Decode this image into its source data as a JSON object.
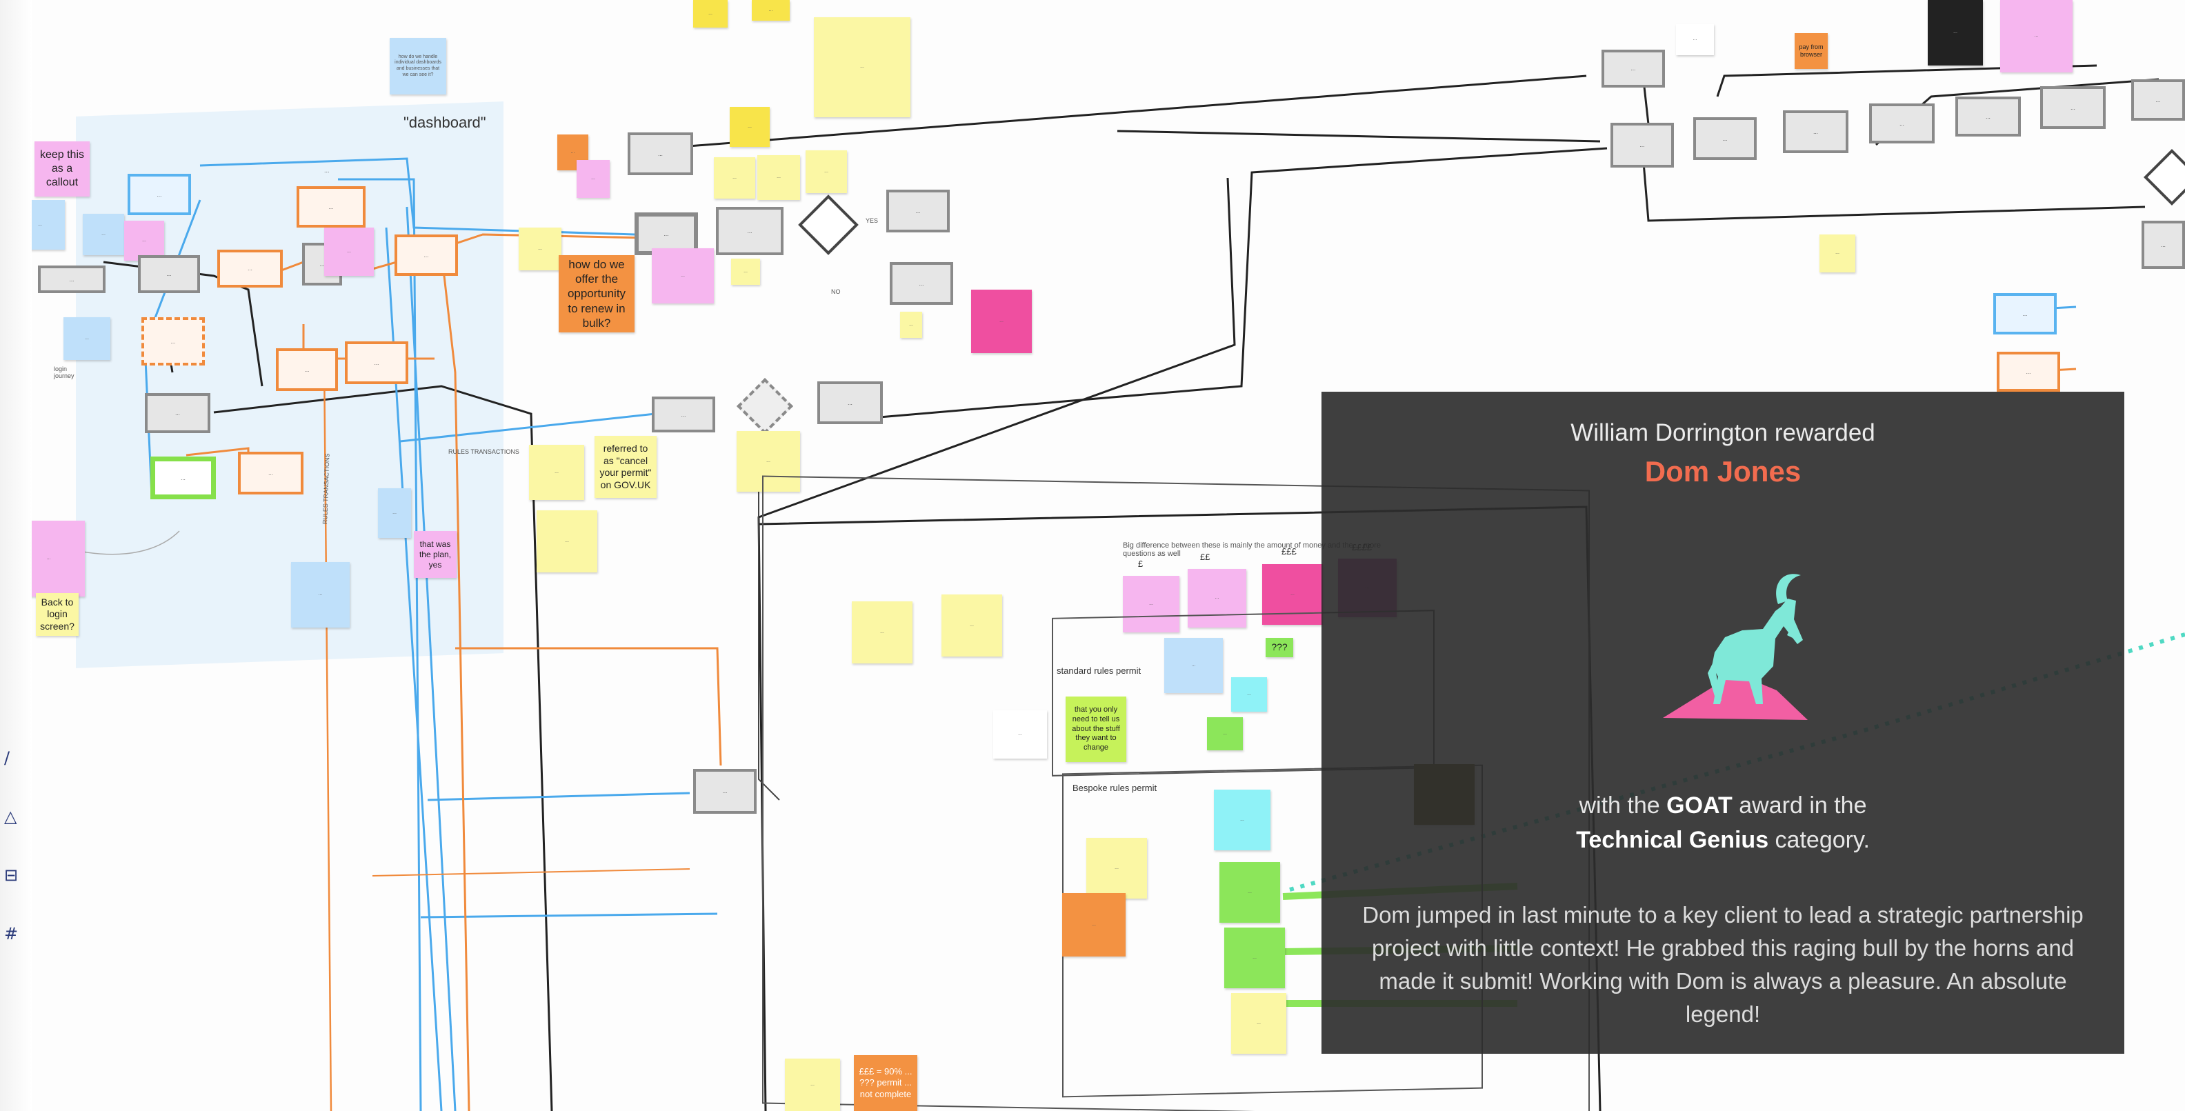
{
  "board": {
    "dashboard_label": "\"dashboard\"",
    "notes": {
      "keep_callout": "keep this as a callout",
      "renew_bulk": "how do we offer the opportunity to renew in bulk?",
      "referred_cancel": "referred to as \"cancel your permit\" on GOV.UK",
      "that_was_plan": "that was the plan, yes",
      "back_to_login": "Back to login screen?",
      "dashboard_question": "how do we handle individual dashboards and businesses that we can see it?",
      "only_need_to_tell": "that you only need to tell us about the stuff they want to change",
      "math_note": "£££ = 90% ... ??? permit ... not complete",
      "standard_permit": "standard rules permit",
      "bespoke_permit": "Bespoke rules permit",
      "qqq": "???",
      "big_difference": "Big difference between these is mainly the amount of money and the ... more questions as well",
      "price_1": "£",
      "price_2": "££",
      "price_3": "£££",
      "price_4": "££££",
      "pay_from_browser": "pay from browser",
      "rules_transactions_1": "RULES TRANSACTIONS",
      "rules_transactions_2": "RULES TRANSACTIONS",
      "yes_label": "YES",
      "no_label": "NO",
      "login_label": "login journey"
    }
  },
  "toolbar": {
    "icons": [
      "pen-icon",
      "shapes-icon",
      "table-icon",
      "grid-icon"
    ]
  },
  "award": {
    "giver_line": "William Dorrington rewarded",
    "recipient": "Dom Jones",
    "line1_prefix": "with the ",
    "award_name": "GOAT",
    "line1_suffix": " award in the",
    "category_name": "Technical Genius",
    "line2_suffix": " category.",
    "message": "Dom jumped in last minute to a key client to lead a strategic partnership project with little context! He grabbed this raging bull by the horns and made it submit! Working with Dom is always a pleasure. An absolute legend!",
    "colors": {
      "name": "#f26c4f",
      "goat": "#7fe8d8",
      "mountain": "#f25fa3",
      "panel": "#2c2c2c"
    }
  }
}
